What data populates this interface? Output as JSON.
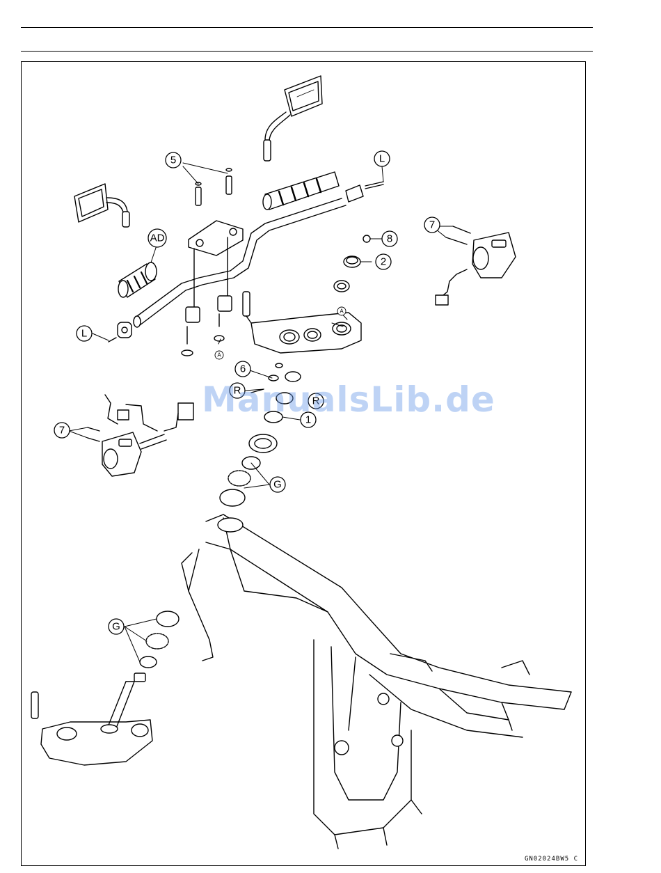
{
  "watermark": "ManualsLib.de",
  "figure_code": "GN02024BW5 C",
  "callouts": {
    "c5": "5",
    "cL_top": "L",
    "c7_right": "7",
    "c8": "8",
    "cAD": "AD",
    "c2": "2",
    "cL_left": "L",
    "c6": "6",
    "cR_a": "R",
    "cR_b": "R",
    "c1": "1",
    "c7_left": "7",
    "cG_upper": "G",
    "cG_lower": "G"
  },
  "refs": {
    "a1": "A",
    "a2": "A"
  }
}
